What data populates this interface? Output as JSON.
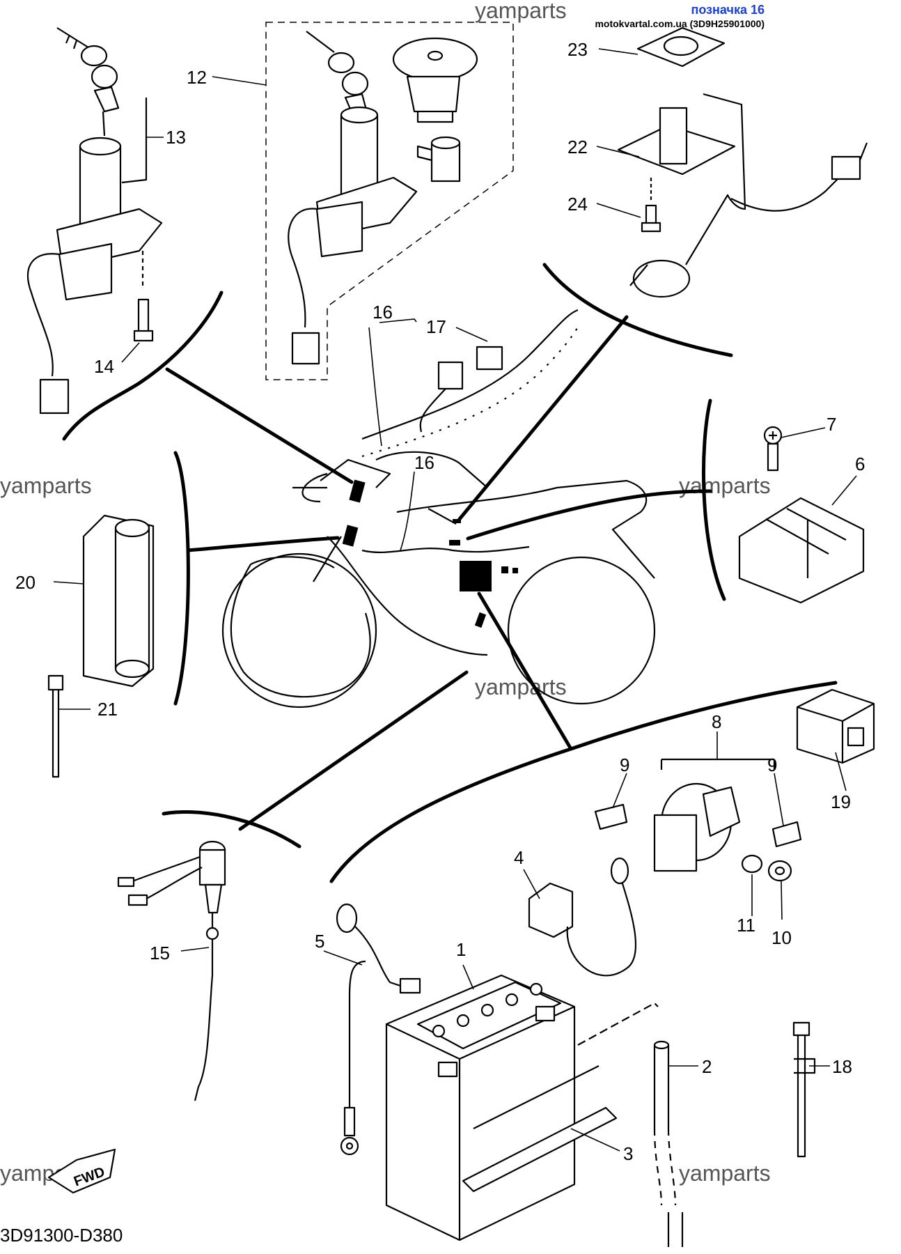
{
  "header": {
    "title": "позначка 16",
    "subtitle": "motokvartal.com.ua (3D9H25901000)"
  },
  "watermark": "yamparts",
  "diagram_code": "3D91300-D380",
  "fwd_label": "FWD",
  "callouts": [
    {
      "id": "c1",
      "label": "1"
    },
    {
      "id": "c2",
      "label": "2"
    },
    {
      "id": "c3",
      "label": "3"
    },
    {
      "id": "c4",
      "label": "4"
    },
    {
      "id": "c5",
      "label": "5"
    },
    {
      "id": "c6",
      "label": "6"
    },
    {
      "id": "c7",
      "label": "7"
    },
    {
      "id": "c8",
      "label": "8"
    },
    {
      "id": "c9a",
      "label": "9"
    },
    {
      "id": "c9b",
      "label": "9"
    },
    {
      "id": "c10",
      "label": "10"
    },
    {
      "id": "c11",
      "label": "11"
    },
    {
      "id": "c12",
      "label": "12"
    },
    {
      "id": "c13",
      "label": "13"
    },
    {
      "id": "c14",
      "label": "14"
    },
    {
      "id": "c15",
      "label": "15"
    },
    {
      "id": "c16a",
      "label": "16"
    },
    {
      "id": "c16b",
      "label": "16"
    },
    {
      "id": "c17",
      "label": "17"
    },
    {
      "id": "c18",
      "label": "18"
    },
    {
      "id": "c19",
      "label": "19"
    },
    {
      "id": "c20",
      "label": "20"
    },
    {
      "id": "c21",
      "label": "21"
    },
    {
      "id": "c22",
      "label": "22"
    },
    {
      "id": "c23",
      "label": "23"
    },
    {
      "id": "c24",
      "label": "24"
    }
  ]
}
